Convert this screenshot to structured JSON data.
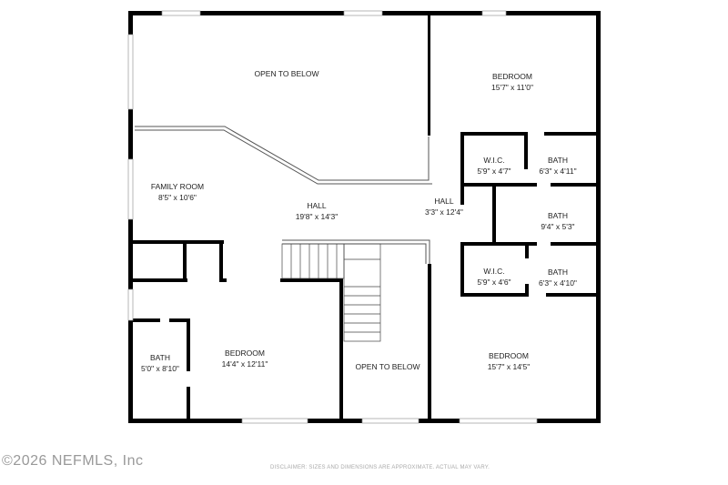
{
  "rooms": [
    {
      "name": "OPEN TO BELOW",
      "dims": ""
    },
    {
      "name": "BEDROOM",
      "dims": "15'7\" x 11'0\""
    },
    {
      "name": "W.I.C.",
      "dims": "5'9\" x 4'7\""
    },
    {
      "name": "BATH",
      "dims": "6'3\" x 4'11\""
    },
    {
      "name": "FAMILY ROOM",
      "dims": "8'5\" x 10'6\""
    },
    {
      "name": "HALL",
      "dims": "19'8\" x 14'3\""
    },
    {
      "name": "HALL",
      "dims": "3'3\" x 12'4\""
    },
    {
      "name": "BATH",
      "dims": "9'4\" x 5'3\""
    },
    {
      "name": "W.I.C.",
      "dims": "5'9\" x 4'6\""
    },
    {
      "name": "BATH",
      "dims": "6'3\" x 4'10\""
    },
    {
      "name": "BATH",
      "dims": "5'0\" x 8'10\""
    },
    {
      "name": "BEDROOM",
      "dims": "14'4\" x 12'11\""
    },
    {
      "name": "OPEN TO BELOW",
      "dims": ""
    },
    {
      "name": "BEDROOM",
      "dims": "15'7\" x 14'5\""
    }
  ],
  "watermark": "©2026 NEFMLS, Inc",
  "disclaimer": "DISCLAIMER: SIZES AND DIMENSIONS ARE APPROXIMATE. ACTUAL MAY VARY."
}
